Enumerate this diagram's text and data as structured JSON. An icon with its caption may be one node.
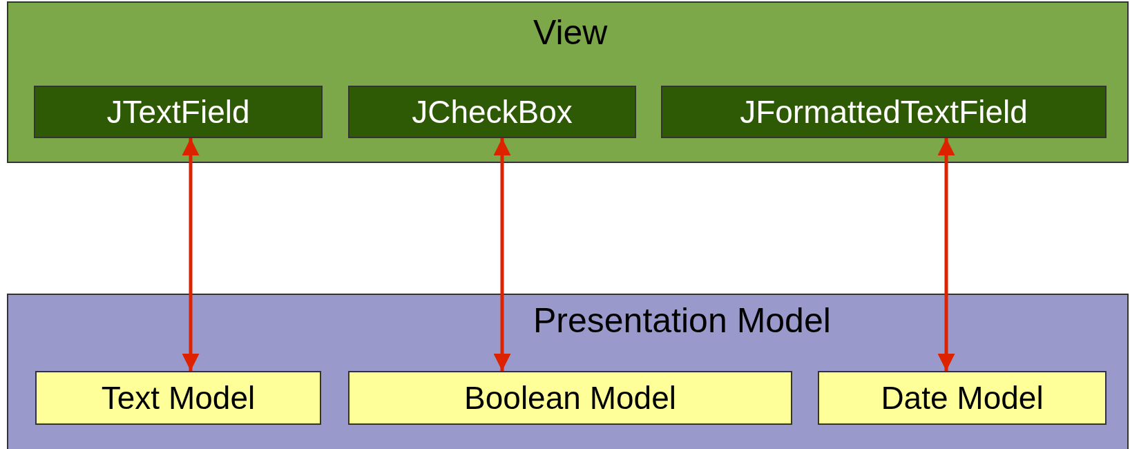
{
  "diagram": {
    "nodes": [
      {
        "text": [
          "View"
        ]
      },
      {
        "text": [
          "JTextField"
        ],
        "in": 0
      },
      {
        "text": [
          "JCheckBox"
        ],
        "in": 0
      },
      {
        "text": [
          "JFormattedTextField"
        ],
        "in": 0
      },
      {
        "text": [
          "Presentation Model"
        ]
      },
      {
        "text": [
          "Text Model"
        ],
        "in": 4
      },
      {
        "text": [
          "Boolean Model"
        ],
        "in": 4
      },
      {
        "text": [
          "Date Model"
        ],
        "in": 4
      }
    ],
    "edges": [
      {
        "from": 1,
        "to": 5,
        "arrow": "both"
      },
      {
        "from": 2,
        "to": 6,
        "arrow": "both"
      },
      {
        "from": 3,
        "to": 7,
        "arrow": "both"
      }
    ]
  }
}
